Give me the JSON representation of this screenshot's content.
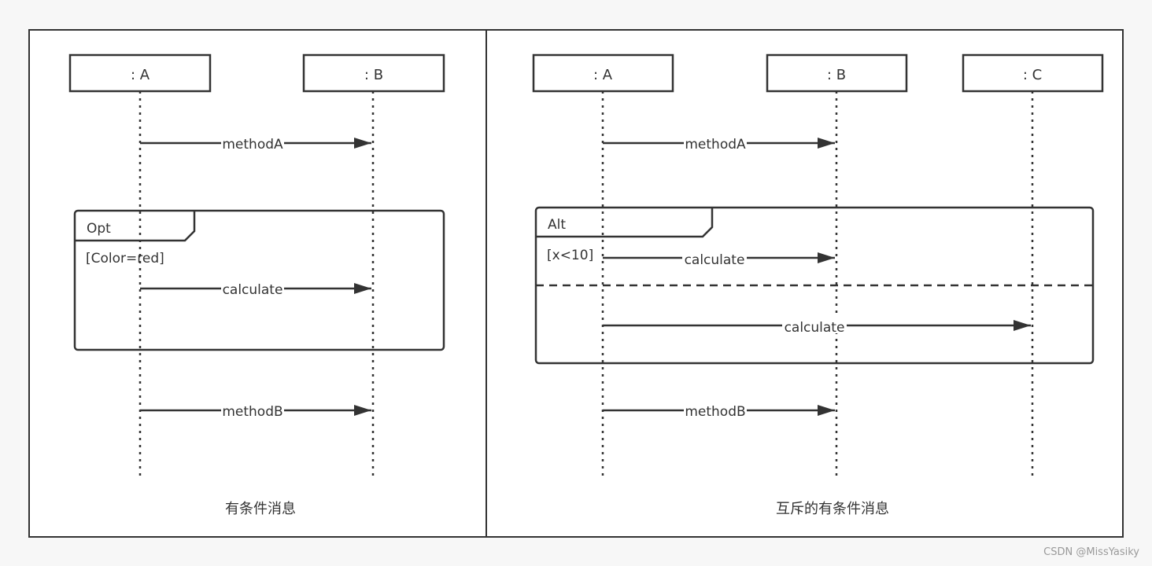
{
  "panels": [
    {
      "lifelines": [
        ": A",
        ": B"
      ],
      "messages": [
        {
          "label": "methodA",
          "from": ": A",
          "to": ": B"
        },
        {
          "label": "calculate",
          "from": ": A",
          "to": ": B"
        },
        {
          "label": "methodB",
          "from": ": A",
          "to": ": B"
        }
      ],
      "fragment": {
        "operator": "Opt",
        "guards": [
          "[Color=red]"
        ]
      },
      "caption": "有条件消息"
    },
    {
      "lifelines": [
        ": A",
        ": B",
        ": C"
      ],
      "messages": [
        {
          "label": "methodA",
          "from": ": A",
          "to": ": B"
        },
        {
          "label": "calculate",
          "from": ": A",
          "to": ": B"
        },
        {
          "label": "calculate",
          "from": ": A",
          "to": ": C"
        },
        {
          "label": "methodB",
          "from": ": A",
          "to": ": B"
        }
      ],
      "fragment": {
        "operator": "Alt",
        "guards": [
          "[x<10]"
        ]
      },
      "caption": "互斥的有条件消息"
    }
  ],
  "watermark": "CSDN @MissYasiky",
  "colors": {
    "line": "#333333",
    "background": "#f7f7f7",
    "box_fill": "#ffffff"
  }
}
